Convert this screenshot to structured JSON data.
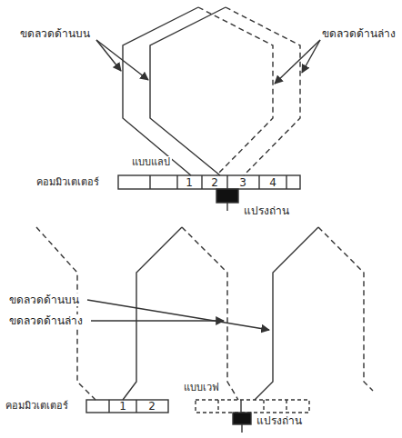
{
  "diagram": {
    "labels": [
      "ขดลวดด้านบน",
      "ขดลวดด้านล่าง",
      "แบบแลป",
      "คอมมิวเตเตอร์",
      "1",
      "2",
      "3",
      "4",
      "แปรงถ่าน",
      "ขดลวดด้านบน",
      "ขดลวดด้านล่าง",
      "แบบเวฟ",
      "คอมมิวเตเตอร์",
      "1",
      "2",
      "แปรงถ่าน"
    ]
  }
}
